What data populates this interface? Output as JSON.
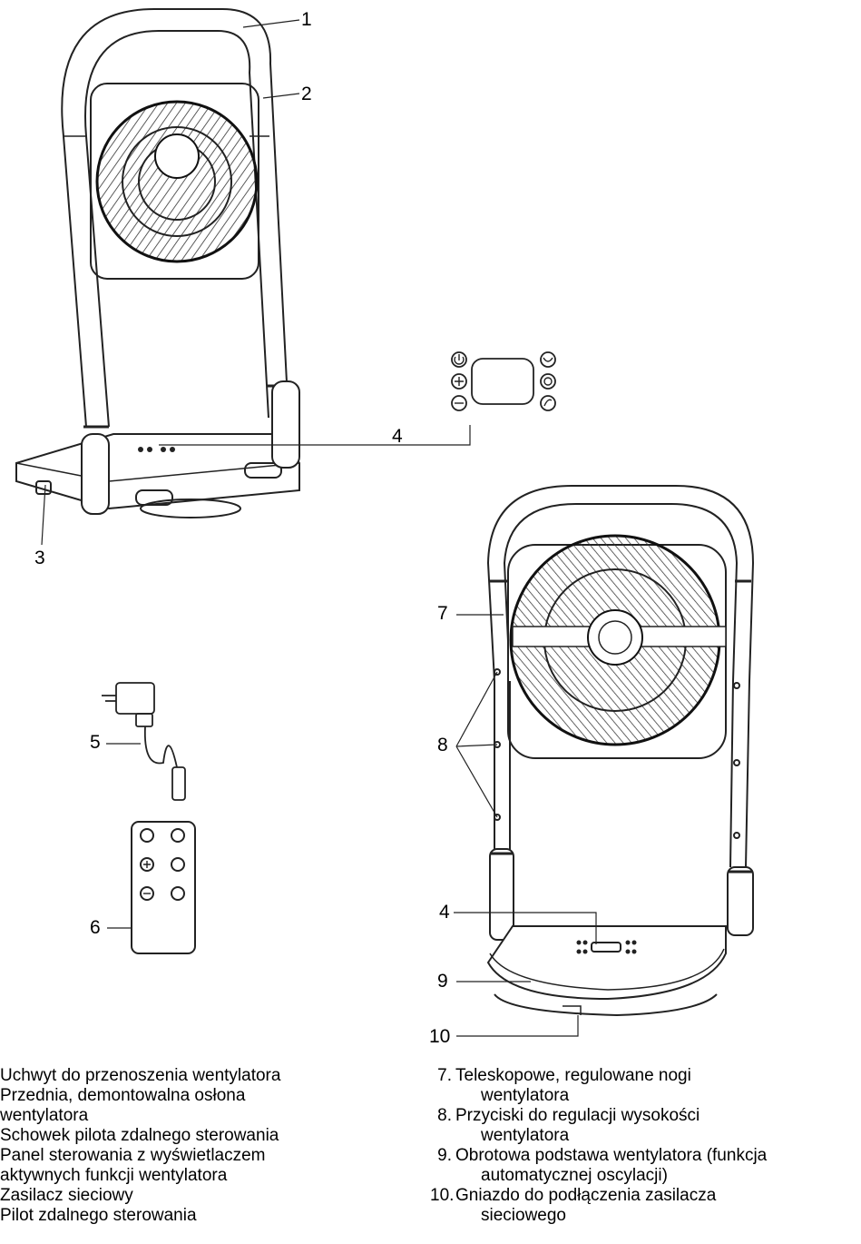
{
  "callouts": {
    "c1": "1",
    "c2": "2",
    "c3": "3",
    "c4a": "4",
    "c4b": "4",
    "c5": "5",
    "c6": "6",
    "c7": "7",
    "c8": "8",
    "c9": "9",
    "c10": "10"
  },
  "legend_left": [
    "Uchwyt do przenoszenia wentylatora",
    "Przednia, demontowalna osłona",
    "wentylatora",
    "Schowek pilota zdalnego sterowania",
    "Panel sterowania z wyświetlaczem",
    "aktywnych funkcji wentylatora",
    "Zasilacz sieciowy",
    "Pilot zdalnego sterowania"
  ],
  "legend_right": [
    {
      "num": "7.",
      "line1": "Teleskopowe, regulowane nogi",
      "line2": "wentylatora"
    },
    {
      "num": "8.",
      "line1": "Przyciski do regulacji wysokości",
      "line2": "wentylatora"
    },
    {
      "num": "9.",
      "line1": "Obrotowa podstawa wentylatora (funkcja",
      "line2": "automatycznej oscylacji)"
    },
    {
      "num": "10.",
      "line1": "Gniazdo do podłączenia zasilacza",
      "line2": "sieciowego"
    }
  ]
}
